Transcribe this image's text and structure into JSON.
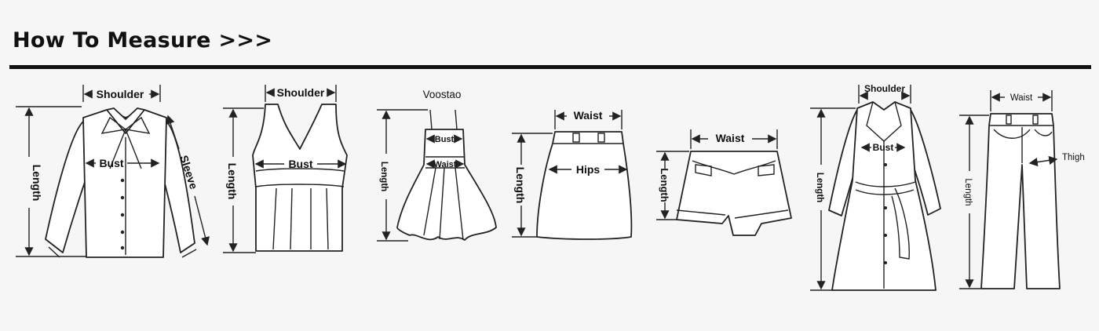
{
  "header": {
    "title": "How To Measure >>>"
  },
  "brand": "Voostao",
  "labels": {
    "shoulder": "Shoulder",
    "bust": "Bust",
    "length": "Length",
    "sleeve": "Sleeve",
    "waist": "Waist",
    "hips": "Hips",
    "thigh": "Thigh"
  },
  "garments": [
    "blouse",
    "tank-top",
    "strap-dress",
    "skirt",
    "shorts",
    "coat",
    "pants"
  ]
}
